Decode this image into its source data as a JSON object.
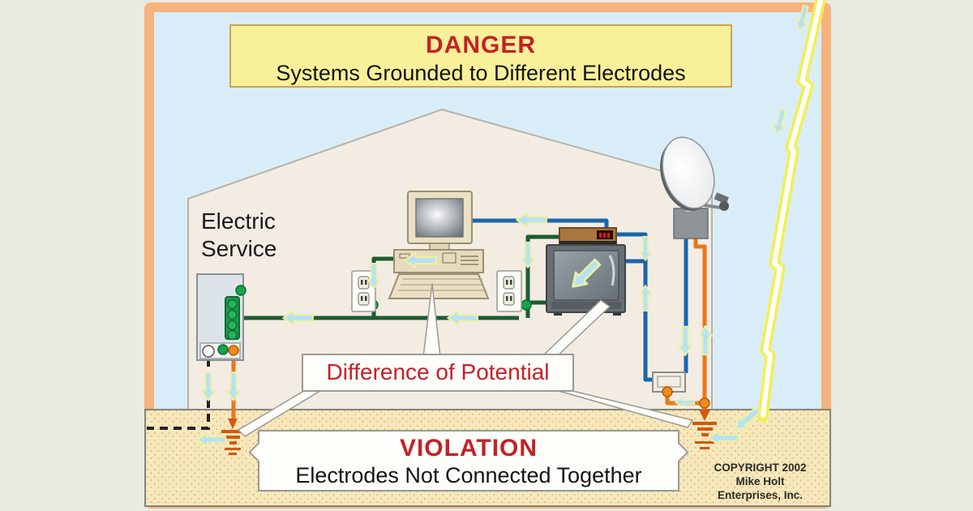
{
  "banner": {
    "danger": "DANGER",
    "subtitle": "Systems Grounded to Different Electrodes"
  },
  "labels": {
    "electric_service_line1": "Electric",
    "electric_service_line2": "Service"
  },
  "callouts": {
    "difference_of_potential": "Difference of Potential",
    "violation_title": "VIOLATION",
    "violation_subtitle": "Electrodes Not Connected Together"
  },
  "copyright": {
    "line1": "COPYRIGHT 2002",
    "line2": "Mike Holt",
    "line3": "Enterprises, Inc."
  },
  "colors": {
    "outer_background": "#e9ebe0",
    "frame_orange": "#f5b37e",
    "sky_blue": "#d9edf8",
    "house_beige": "#f2ece3",
    "soil_tan": "#f7e8bc",
    "banner_yellow": "#f9f09a",
    "danger_red": "#c42127",
    "ground_wire_green": "#1d5c31",
    "coax_wire_blue": "#1c66ad",
    "electrode_wire_orange": "#e8781a",
    "current_arrow_blue": "#b5e2f5",
    "lightning_yellow": "#f3ef4f"
  },
  "icons": [
    "satellite-dish-icon",
    "lightning-bolt-icon",
    "computer-icon",
    "tv-icon",
    "vcr-icon",
    "outlet-icon",
    "service-panel-icon",
    "grounding-block-icon",
    "ground-electrode-icon",
    "current-arrow-icon"
  ]
}
